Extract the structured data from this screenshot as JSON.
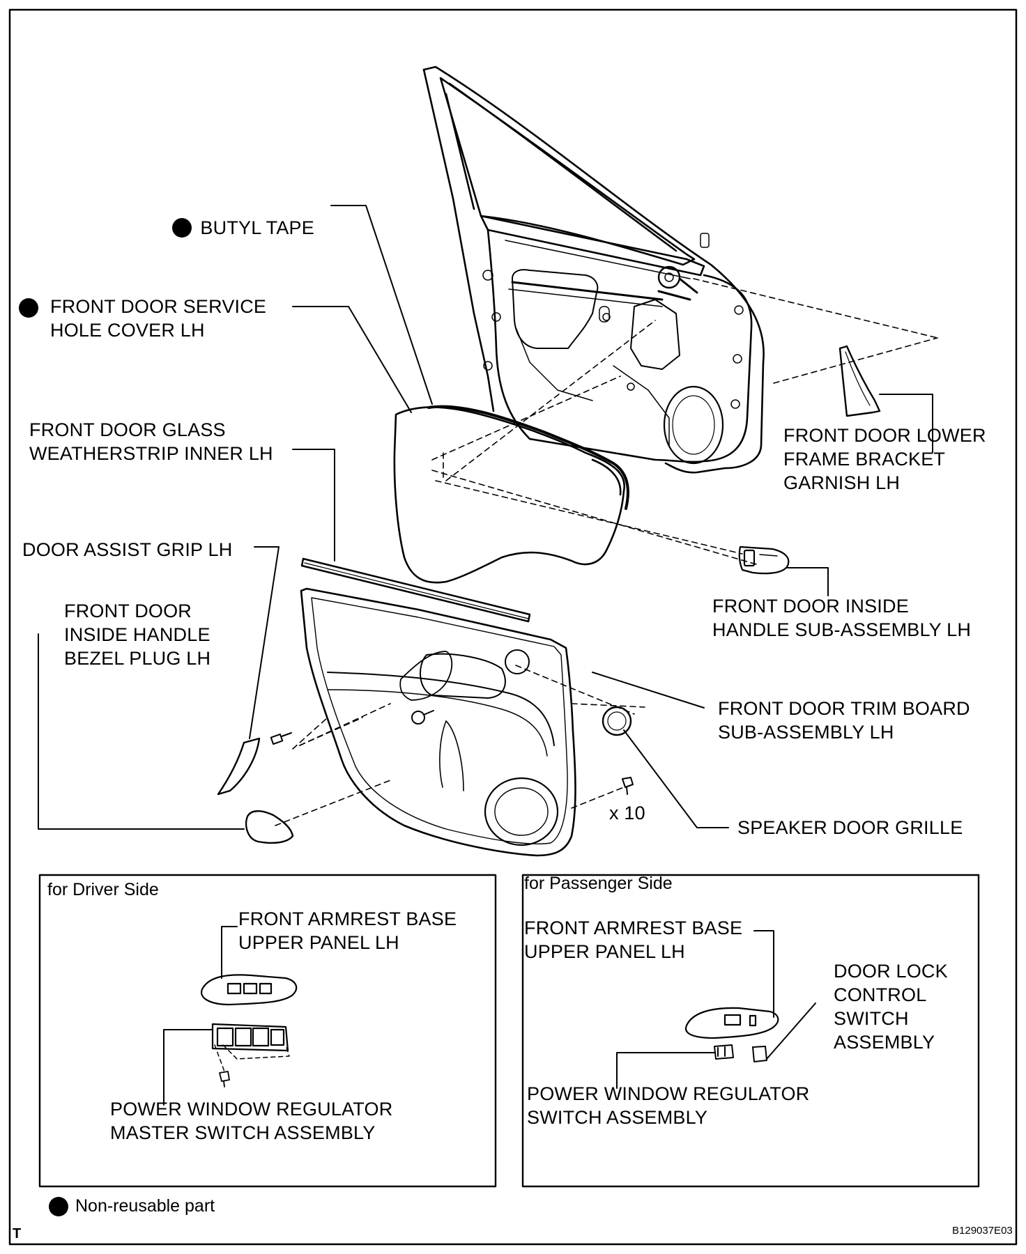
{
  "labels": {
    "butyl_tape": "BUTYL TAPE",
    "service_hole_cover": "FRONT DOOR SERVICE\nHOLE COVER LH",
    "glass_weatherstrip": "FRONT DOOR GLASS\nWEATHERSTRIP INNER LH",
    "assist_grip": "DOOR ASSIST GRIP LH",
    "bezel_plug": "FRONT DOOR\nINSIDE HANDLE\nBEZEL PLUG LH",
    "lower_frame_garnish": "FRONT DOOR LOWER\nFRAME BRACKET\nGARNISH LH",
    "inside_handle": "FRONT DOOR INSIDE\nHANDLE SUB-ASSEMBLY LH",
    "trim_board": "FRONT DOOR TRIM BOARD\nSUB-ASSEMBLY LH",
    "speaker_grille": "SPEAKER DOOR GRILLE",
    "clip_count": "x 10"
  },
  "driver_box": {
    "title": "for Driver Side",
    "armrest_label": "FRONT ARMREST BASE\nUPPER PANEL LH",
    "master_switch_label": "POWER WINDOW REGULATOR\nMASTER SWITCH ASSEMBLY"
  },
  "passenger_box": {
    "title": "for Passenger Side",
    "armrest_label": "FRONT ARMREST BASE\nUPPER PANEL LH",
    "door_lock_label": "DOOR LOCK\nCONTROL\nSWITCH\nASSEMBLY",
    "window_switch_label": "POWER WINDOW REGULATOR\nSWITCH ASSEMBLY"
  },
  "legend": {
    "non_reusable": "Non-reusable part"
  },
  "corner_mark": "T",
  "figure_code": "B129037E03"
}
